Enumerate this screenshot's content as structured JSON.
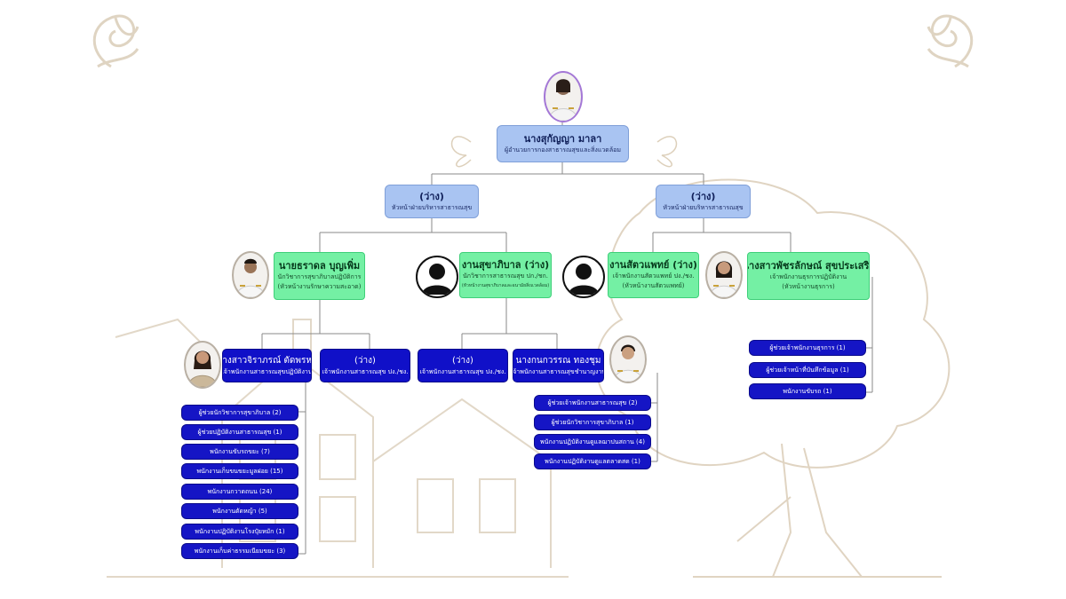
{
  "top": {
    "name": "นางสุกัญญา มาลา",
    "position": "ผู้อำนวยการกองสาธารณสุขและสิ่งแวดล้อม"
  },
  "divisions": [
    {
      "name": "(ว่าง)",
      "position": "หัวหน้าฝ่ายบริหารสาธารณสุข"
    },
    {
      "name": "(ว่าง)",
      "position": "หัวหน้าฝ่ายบริหารสาธารณสุข"
    }
  ],
  "sections": [
    {
      "name": "นายธราดล บุญเพิ่ม",
      "position": "นักวิชาการสุขาภิบาลปฏิบัติการ",
      "note": "(หัวหน้างานรักษาความสะอาด)"
    },
    {
      "name": "งานสุขาภิบาล (ว่าง)",
      "position": "นักวิชาการสาธารณสุข ปก./ชก.",
      "note": "(หัวหน้างานสุขาภิบาลและอนามัยสิ่งแวดล้อม)"
    },
    {
      "name": "งานสัตวแพทย์ (ว่าง)",
      "position": "เจ้าพนักงานสัตวแพทย์ ปง./ชง.",
      "note": "(หัวหน้างานสัตวแพทย์)"
    },
    {
      "name": "นางสาวพัชรลักษณ์ สุขประเสริฐ",
      "position": "เจ้าพนักงานธุรการปฏิบัติงาน",
      "note": "(หัวหน้างานธุรการ)"
    }
  ],
  "staff": [
    {
      "name": "นางสาวจิราภรณ์ ตัดพรหม",
      "position": "เจ้าพนักงานสาธารณสุขปฏิบัติงาน"
    },
    {
      "name": "(ว่าง)",
      "position": "เจ้าพนักงานสาธารณสุข ปง./ชง."
    },
    {
      "name": "(ว่าง)",
      "position": "เจ้าพนักงานสาธารณสุข ปง./ชง."
    },
    {
      "name": "นางกนกวรรณ ทองชุม",
      "position": "เจ้าพนักงานสาธารณสุขชำนาญงาน"
    }
  ],
  "left_list": [
    "ผู้ช่วยนักวิชาการสุขาภิบาล (2)",
    "ผู้ช่วยปฏิบัติงานสาธารณสุข (1)",
    "พนักงานขับรถขยะ (7)",
    "พนักงานเก็บขนขยะมูลฝอย (15)",
    "พนักงานกวาดถนน (24)",
    "พนักงานตัดหญ้า (5)",
    "พนักงานปฏิบัติงานโรงปุ๋ยหมัก (1)",
    "พนักงานเก็บค่าธรรมเนียมขยะ (3)"
  ],
  "middle_list": [
    "ผู้ช่วยเจ้าพนักงานสาธารณสุข (2)",
    "ผู้ช่วยนักวิชาการสุขาภิบาล (1)",
    "พนักงานปฏิบัติงานดูแลฌาปนสถาน (4)",
    "พนักงานปฏิบัติงานดูแลตลาดสด (1)"
  ],
  "right_list": [
    "ผู้ช่วยเจ้าพนักงานธุรการ (1)",
    "ผู้ช่วยเจ้าหน้าที่บันทึกข้อมูล (1)",
    "พนักงานขับรถ (1)"
  ],
  "colors": {
    "blue_box": "#a9c4f2",
    "green_box": "#74f0a4",
    "navy_box": "#1010c8",
    "connector": "#8a8a8a"
  }
}
